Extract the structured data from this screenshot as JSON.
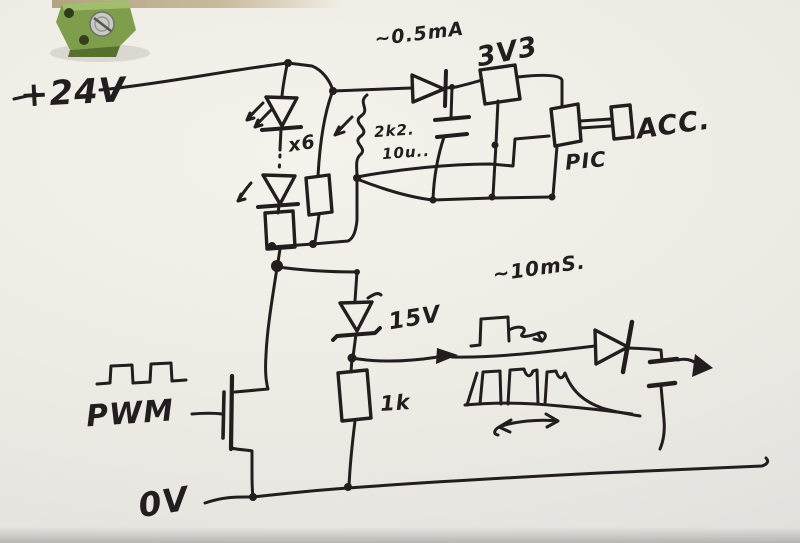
{
  "labels": {
    "supply": "+24V",
    "current_note": "~0.5mA",
    "regulator": "3V3",
    "acc": "ACC.",
    "pic": "PIC",
    "led_count": "x6",
    "resistor_top": "2k2.",
    "capacitor": "10u..",
    "zener": "15V",
    "resistor_bottom": "1k",
    "pwm": "PWM",
    "ground": "0V",
    "time_note": "~10mS."
  },
  "colors": {
    "ink": "#241d1f",
    "paper": "#efece5",
    "terminal_block_green": "#7e9e4b",
    "terminal_block_shadow": "#55702f",
    "screw_metal": "#c9cac4"
  }
}
